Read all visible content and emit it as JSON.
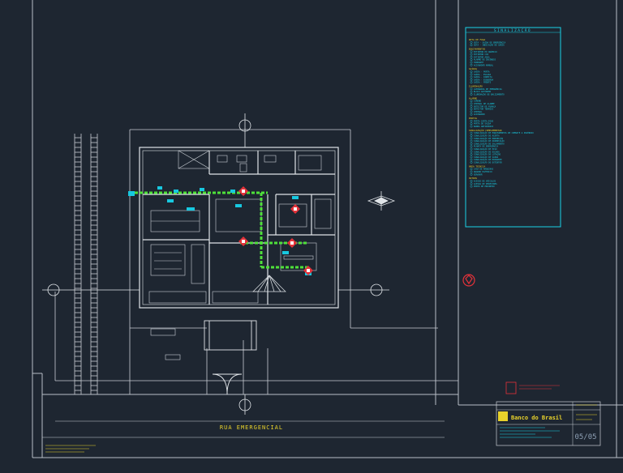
{
  "colors": {
    "background": "#1e2631",
    "linework": "#d8dde3",
    "frame": "#b8bec6",
    "accent_cyan": "#17c8e0",
    "accent_green": "#4fe03a",
    "accent_yellow": "#e8d22b",
    "accent_red": "#e4323a",
    "accent_magenta": "#e24fd2",
    "legend_text": "#19d2e8"
  },
  "legend": {
    "title": "SINALIZAÇÃO",
    "sections": [
      {
        "heading": "ROTA DE FUGA",
        "items": [
          "SETA - SAÍDA DE EMERGÊNCIA",
          "SETA - INDICAÇÃO DE SAÍDA"
        ]
      },
      {
        "heading": "EQUIPAMENTOS",
        "items": [
          "EXTINTOR PÓ QUÍMICO",
          "EXTINTOR CO2",
          "EXTINTOR ÁGUA",
          "ALARME DE INCÊNDIO",
          "HIDRANTE",
          "ACIONADOR MANUAL"
        ]
      },
      {
        "heading": "SAÍDAS",
        "items": [
          "SAÍDA - PORTA",
          "SAÍDA - ESCADA",
          "SAÍDA - DIREITA",
          "SAÍDA - ESQUERDA",
          "SAÍDA - FRENTE"
        ]
      },
      {
        "heading": "ILUMINAÇÃO",
        "items": [
          "LUMINÁRIA DE EMERGÊNCIA",
          "BLOCO AUTÔNOMO",
          "ILUMINAÇÃO DE BALIZAMENTO"
        ]
      },
      {
        "heading": "ALARME",
        "items": [
          "SIRENE",
          "CENTRAL DE ALARME",
          "DETECTOR DE FUMAÇA",
          "DETECTOR TÉRMICO",
          "CENTRAL",
          "ACIONADOR"
        ]
      },
      {
        "heading": "PORTAS",
        "items": [
          "PORTA CORTA-FOGO",
          "PORTA DE SAÍDA",
          "BARRA ANTIPÂNICO"
        ]
      },
      {
        "heading": "SINALIZAÇÃO COMPLEMENTAR",
        "items": [
          "SINALIZAÇÃO DE EQUIPAMENTOS DE COMBATE A INCÊNDIO",
          "SINALIZAÇÃO DE ALERTA",
          "SINALIZAÇÃO DE PROIBIÇÃO",
          "SINALIZAÇÃO DE ORIENTAÇÃO",
          "SINALIZAÇÃO DE SALVAMENTO",
          "PLANTA DE EMERGÊNCIA",
          "SINALIZAÇÃO DE PISO",
          "SINALIZAÇÃO DE ESCADA",
          "SINALIZAÇÃO DE LOTAÇÃO",
          "SINALIZAÇÃO DE SAÍDA",
          "SINALIZAÇÃO DE HIDRANTE",
          "SINALIZAÇÃO DE EXTINTOR"
        ]
      },
      {
        "heading": "ÁREA TÉCNICA",
        "items": [
          "CASA DE MÁQUINAS",
          "QUADRO ELÉTRICO",
          "GERADOR"
        ]
      },
      {
        "heading": "OUTROS",
        "items": [
          "ACESSO DE VEÍCULOS",
          "ACESSO DE PEDESTRES",
          "PONTO DE ENCONTRO"
        ]
      }
    ]
  },
  "street_label": "RUA EMERGENCIAL",
  "title_block": {
    "bank_name": "Banco do Brasil",
    "sheet_number": "05/05"
  }
}
